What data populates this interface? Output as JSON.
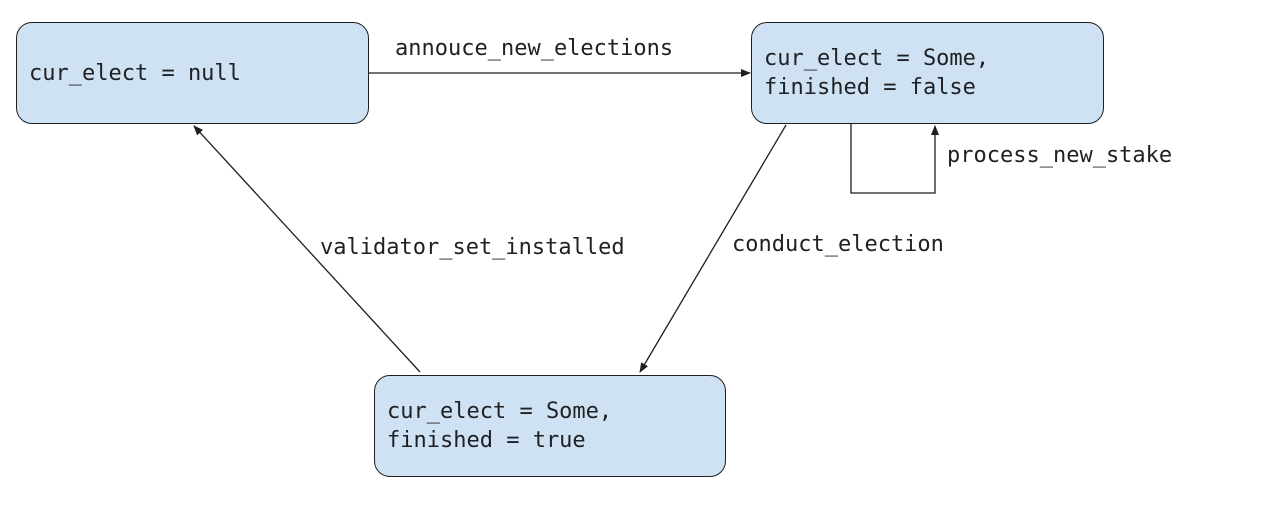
{
  "states": {
    "null_state": {
      "line1": "cur_elect = null"
    },
    "running_state": {
      "line1": "cur_elect = Some,",
      "line2": "finished = false"
    },
    "finished_state": {
      "line1": "cur_elect = Some,",
      "line2": "finished = true"
    }
  },
  "transitions": {
    "announce": "annouce_new_elections",
    "process_stake": "process_new_stake",
    "conduct": "conduct_election",
    "validator_installed": "validator_set_installed"
  },
  "colors": {
    "state_fill": "#cfe2f3",
    "line": "#1f1f1f"
  }
}
